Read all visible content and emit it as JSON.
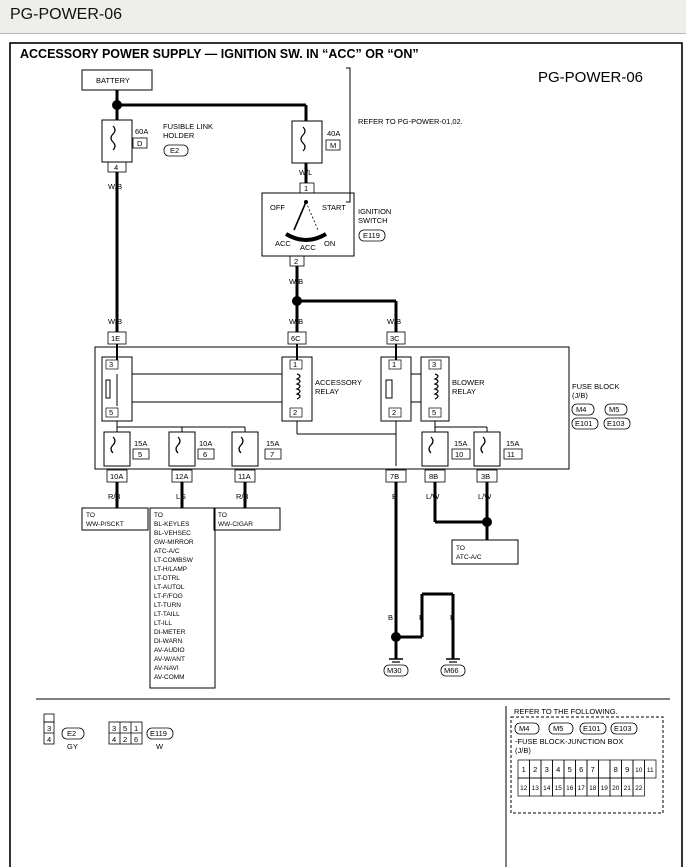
{
  "header": {
    "title": "PG-POWER-06"
  },
  "diagram": {
    "title": "ACCESSORY POWER SUPPLY — IGNITION SW. IN “ACC” OR “ON”",
    "code": "PG-POWER-06",
    "battery": "BATTERY",
    "refer_note": "REFER TO PG-POWER-01,02.",
    "fusible_link": {
      "line1": "FUSIBLE LINK",
      "line2": "HOLDER",
      "connector": "E2",
      "f60_amp": "60A",
      "f60_id": "D",
      "f40_amp": "40A",
      "f40_id": "M"
    },
    "ignition": {
      "line1": "IGNITION",
      "line2": "SWITCH",
      "connector": "E119",
      "off": "OFF",
      "start": "START",
      "acc": "ACC",
      "on": "ON"
    },
    "relays": {
      "acc_1": "ACCESSORY",
      "acc_2": "RELAY",
      "blower_1": "BLOWER",
      "blower_2": "RELAY"
    },
    "fuse_block": {
      "line1": "FUSE BLOCK",
      "line2": "(J/B)",
      "c1": "M4",
      "c2": "M5",
      "c3": "E101",
      "c4": "E103"
    },
    "fuses": [
      {
        "amp": "15A",
        "num": "5",
        "term": "10A",
        "wire": "R/B"
      },
      {
        "amp": "10A",
        "num": "6",
        "term": "12A",
        "wire": "LG"
      },
      {
        "amp": "15A",
        "num": "7",
        "term": "11A",
        "wire": "R/B"
      },
      {
        "amp": "15A",
        "num": "10",
        "term": "8B",
        "wire": "L/W"
      },
      {
        "amp": "15A",
        "num": "11",
        "term": "3B",
        "wire": "L/W"
      }
    ],
    "pins": {
      "p1": "1",
      "p2": "2",
      "p3": "3",
      "p4": "4",
      "p5": "5"
    },
    "wires": {
      "wb": "W/B",
      "wl": "W/L",
      "b": "B",
      "lw": "L/W"
    },
    "terminals": {
      "t1e": "1E",
      "t6c": "6C",
      "t3c": "3C",
      "t7b": "7B"
    },
    "grounds": {
      "g1": "M30",
      "g2": "M66"
    },
    "dest_ww_psckt": [
      "TO",
      "WW-P/SCKT"
    ],
    "dest_ww_cigar": [
      "TO",
      "WW-CIGAR"
    ],
    "dest_atc": [
      "TO",
      "ATC-A/C"
    ],
    "dest_list": [
      "TO",
      "BL-KEYLES",
      "BL-VEHSEC",
      "GW-MIRROR",
      "ATC-A/C",
      "LT-COMBSW",
      "LT-H/LAMP",
      "LT-DTRL",
      "LT-AUTOL",
      "LT-F/FOG",
      "LT-TURN",
      "LT-TAILL",
      "LT-ILL",
      "DI-METER",
      "DI-WARN",
      "AV-AUDIO",
      "AV-W/ANT",
      "AV-NAVI",
      "AV-COMM"
    ],
    "legend": {
      "e2": "E2",
      "e2_color": "GY",
      "e119": "E119",
      "e119_color": "W",
      "e119_grid": [
        "3",
        "5",
        "1",
        "4",
        "2",
        "6"
      ],
      "refer_title": "REFER TO THE FOLLOWING.",
      "refer_conns": [
        "M4",
        "M5",
        "E101",
        "E103"
      ],
      "refer_line": "-FUSE BLOCK-JUNCTION BOX",
      "refer_jb": "(J/B)",
      "grid_row1": [
        "1",
        "2",
        "3",
        "4",
        "5",
        "6",
        "7",
        "",
        "8",
        "9",
        "10",
        "11"
      ],
      "grid_row2": [
        "12",
        "13",
        "14",
        "15",
        "16",
        "17",
        "18",
        "19",
        "20",
        "21",
        "22"
      ]
    }
  },
  "colors": {
    "line": "#000000",
    "header_bg": "#eeeeea"
  }
}
